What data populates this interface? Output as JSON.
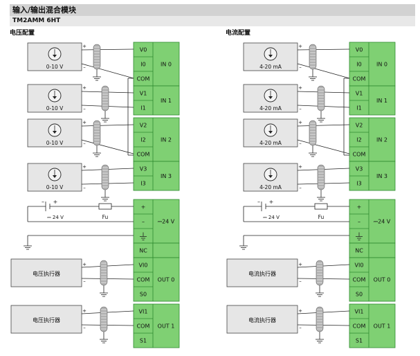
{
  "title": "输入/输出混合模块",
  "model": "TM2AMM 6HT",
  "configs": [
    {
      "heading": "电压配置",
      "sensors": [
        "0-10 V",
        "0-10 V",
        "0-10 V",
        "0-10 V"
      ],
      "inputs": [
        {
          "terms": [
            "V0",
            "I0",
            "COM"
          ],
          "label": "IN 0"
        },
        {
          "terms": [
            "V1",
            "I1"
          ],
          "label": "IN 1"
        },
        {
          "terms": [
            "V2",
            "I2",
            "COM"
          ],
          "label": "IN 2"
        },
        {
          "terms": [
            "V3",
            "I3"
          ],
          "label": "IN 3"
        }
      ],
      "power": {
        "terms": [
          "+",
          "–",
          "⏚"
        ],
        "label": "⎓24 V",
        "battery": "⎓ 24 V",
        "fuse": "Fu"
      },
      "outputs": [
        {
          "terms": [
            "VI0",
            "COM",
            "S0"
          ],
          "label": "OUT 0",
          "actuator": "电压执行器"
        },
        {
          "terms": [
            "VI1",
            "COM",
            "S1"
          ],
          "label": "OUT 1",
          "actuator": "电压执行器"
        }
      ],
      "nc": "NC"
    },
    {
      "heading": "电流配置",
      "sensors": [
        "4-20 mA",
        "4-20 mA",
        "4-20 mA",
        "4-20 mA"
      ],
      "inputs": [
        {
          "terms": [
            "V0",
            "I0",
            "COM"
          ],
          "label": "IN 0"
        },
        {
          "terms": [
            "V1",
            "I1"
          ],
          "label": "IN 1"
        },
        {
          "terms": [
            "V2",
            "I2",
            "COM"
          ],
          "label": "IN 2"
        },
        {
          "terms": [
            "V3",
            "I3"
          ],
          "label": "IN 3"
        }
      ],
      "power": {
        "terms": [
          "+",
          "–",
          "⏚"
        ],
        "label": "⎓24 V",
        "battery": "⎓ 24 V",
        "fuse": "Fu"
      },
      "outputs": [
        {
          "terms": [
            "VI0",
            "COM",
            "S0"
          ],
          "label": "OUT 0",
          "actuator": "电流执行器"
        },
        {
          "terms": [
            "VI1",
            "COM",
            "S1"
          ],
          "label": "OUT 1",
          "actuator": "电流执行器"
        }
      ],
      "nc": "NC"
    }
  ],
  "colors": {
    "terminal": "#7fd073",
    "terminal_border": "#2f8a2f",
    "box": "#e6e6e6",
    "cable": "#b0b0b0",
    "line": "#222222"
  }
}
